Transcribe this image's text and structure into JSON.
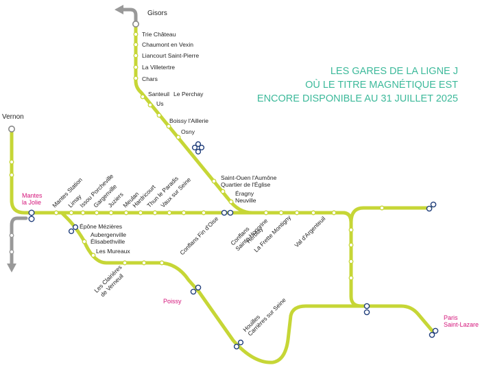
{
  "title": {
    "lines": [
      "LES GARES DE LA LIGNE J",
      "OÙ LE TITRE MAGNÉTIQUE EST",
      "ENCORE DISPONIBLE AU 31 JUILLET 2025"
    ]
  },
  "colors": {
    "line": "#c6d636",
    "line_gray": "#999999",
    "title": "#3cb99a",
    "terminus_label": "#d4147a",
    "connection": "#1f3d7a"
  },
  "stations": {
    "gisors": "Gisors",
    "trie_chateau": "Trie Château",
    "chaumont": "Chaumont en Vexin",
    "liancourt": "Liancourt Saint-Pierre",
    "la_villetertre": "La Villetertre",
    "chars": "Chars",
    "santeuil": "Santeuil",
    "le_perchay": "Le Perchay",
    "us": "Us",
    "boissy": "Boissy l'Aillerie",
    "osny": "Osny",
    "saint_ouen": "Saint-Ouen l'Aumône",
    "quartier_eglise": "Quartier de l'Église",
    "eragny": "Éragny",
    "neuville": "Neuville",
    "vernon": "Vernon",
    "mantes_jolie_1": "Mantes",
    "mantes_jolie_2": "la Jolie",
    "mantes_station": "Mantes Station",
    "limay": "Limay",
    "issou": "Issou Porcheville",
    "gargenville": "Gargenville",
    "juziers": "Juziers",
    "meulan": "Meulan",
    "hardricourt": "Hardricourt",
    "thun": "Thun le Paradis",
    "vaux": "Vaux sur Seine",
    "conflans_fin": "Conflans Fin d'Oise",
    "conflans_sh_1": "Conflans",
    "conflans_sh_2": "Sainte-Honorine",
    "herblay": "Herblay",
    "la_frette": "La Frette Montigny",
    "val_argenteuil": "Val d'Argenteuil",
    "epone": "Épône Mézières",
    "aubergenville_1": "Aubergenville",
    "aubergenville_2": "Élisabethville",
    "les_mureaux": "Les Mureaux",
    "clairieres_1": "Les Clairières",
    "clairieres_2": "de Verneuil",
    "poissy": "Poissy",
    "houilles_1": "Houilles",
    "houilles_2": "Carrières sur Seine",
    "paris_1": "Paris",
    "paris_2": "Saint-Lazare"
  }
}
